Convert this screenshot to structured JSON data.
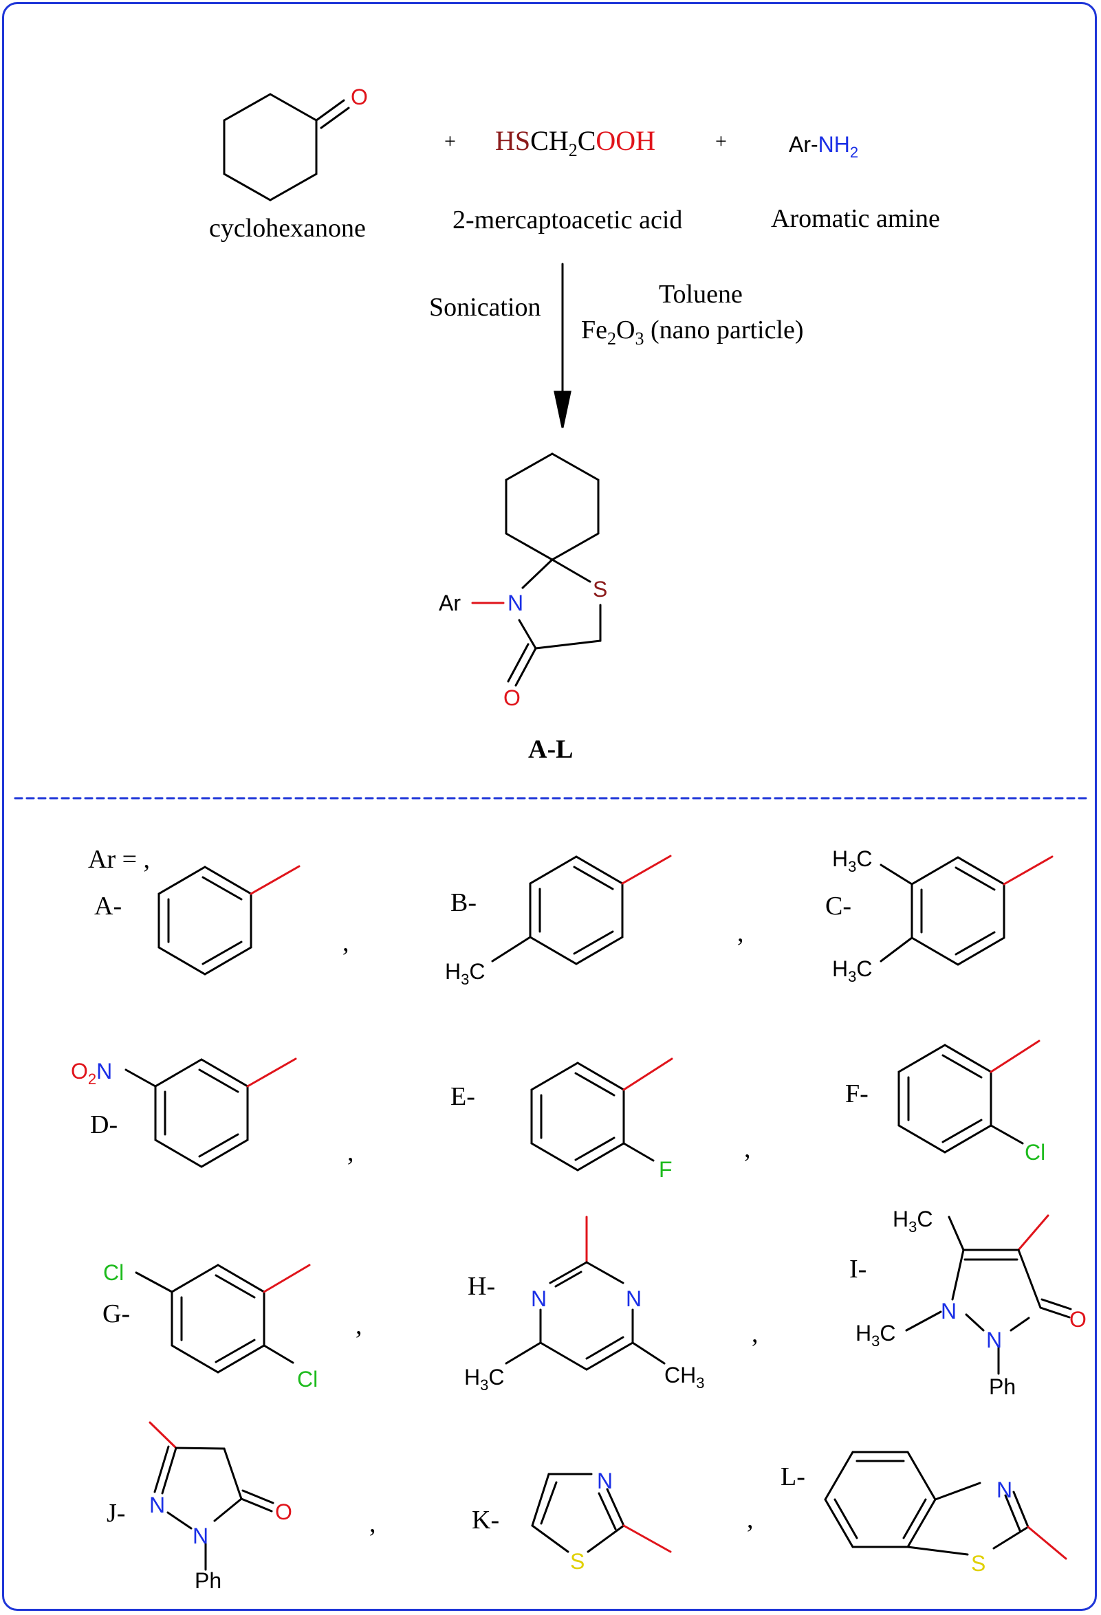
{
  "reaction": {
    "reactant1_name": "cyclohexanone",
    "reactant2_formula": {
      "hs": "HS",
      "ch2": "CH",
      "ch2_sub": "2",
      "c": "C",
      "ooh": "OOH"
    },
    "reactant2_name": "2-mercaptoacetic acid",
    "reactant3_formula": {
      "ar": "Ar-",
      "nh": "NH",
      "nh_sub": "2"
    },
    "reactant3_name": "Aromatic amine",
    "plus": "+",
    "condition_left": "Sonication",
    "condition_solvent": "Toluene",
    "condition_catalyst": {
      "fe": "Fe",
      "fe_sub": "2",
      "o": "O",
      "o_sub": "3",
      "rest": " (nano particle)"
    },
    "product_label": "A-L"
  },
  "atoms": {
    "O": "O",
    "S": "S",
    "N": "N",
    "F": "F",
    "Cl": "Cl",
    "Ar": "Ar",
    "H3C_h": "H",
    "H3C_3": "3",
    "H3C_c": "C",
    "CH3_ch": "CH",
    "CH3_3": "3",
    "O2N_o": "O",
    "O2N_2": "2",
    "O2N_n": "N",
    "Ph": "Ph"
  },
  "ar_definition": "Ar = ,",
  "substituents": [
    {
      "label": "A-"
    },
    {
      "label": "B-"
    },
    {
      "label": "C-"
    },
    {
      "label": "D-"
    },
    {
      "label": "E-"
    },
    {
      "label": "F-"
    },
    {
      "label": "G-"
    },
    {
      "label": "H-"
    },
    {
      "label": "I-"
    },
    {
      "label": "J-"
    },
    {
      "label": "K-"
    },
    {
      "label": "L-"
    }
  ],
  "separator": ",",
  "colors": {
    "frame": "#1f36d8",
    "bond": "#000000",
    "attach_bond": "#e0141b",
    "oxygen": "#e0141b",
    "nitrogen": "#1a2fe6",
    "sulfur_reagent": "#8b1a1a",
    "sulfur_ring": "#8b1a1a",
    "sulfur_thiazole": "#e0d000",
    "halogen": "#1dbb1d",
    "divider": "#1f36d8"
  }
}
